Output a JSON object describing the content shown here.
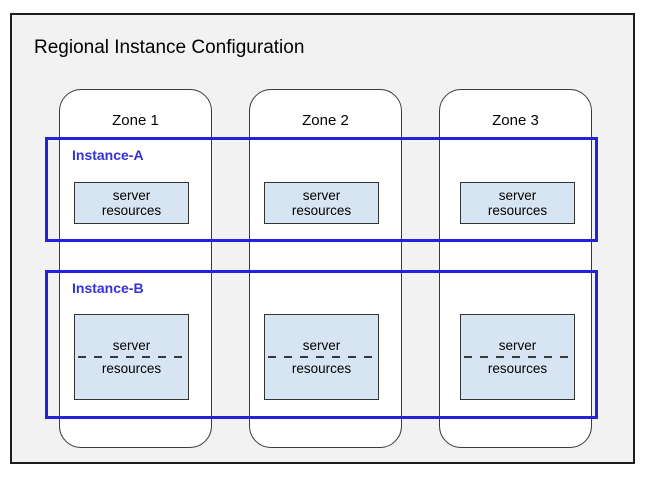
{
  "diagram": {
    "title": "Regional Instance Configuration",
    "zones": [
      {
        "label": "Zone 1"
      },
      {
        "label": "Zone 2"
      },
      {
        "label": "Zone 3"
      }
    ],
    "instances": [
      {
        "label": "Instance-A",
        "boxes": [
          {
            "lines": [
              "server",
              "resources"
            ],
            "divider": "none"
          },
          {
            "lines": [
              "server",
              "resources"
            ],
            "divider": "none"
          },
          {
            "lines": [
              "server",
              "resources"
            ],
            "divider": "none"
          }
        ]
      },
      {
        "label": "Instance-B",
        "boxes": [
          {
            "lines": [
              "server",
              "resources"
            ],
            "divider": "dashed"
          },
          {
            "lines": [
              "server",
              "resources"
            ],
            "divider": "dashed"
          },
          {
            "lines": [
              "server",
              "resources"
            ],
            "divider": "dashed"
          }
        ]
      }
    ],
    "colors": {
      "instance_border": "#2222d8",
      "instance_label_text": "#3232d6",
      "server_box_fill": "#d7e4f2",
      "frame_background": "#f2f2f2",
      "outline": "#333333"
    }
  }
}
